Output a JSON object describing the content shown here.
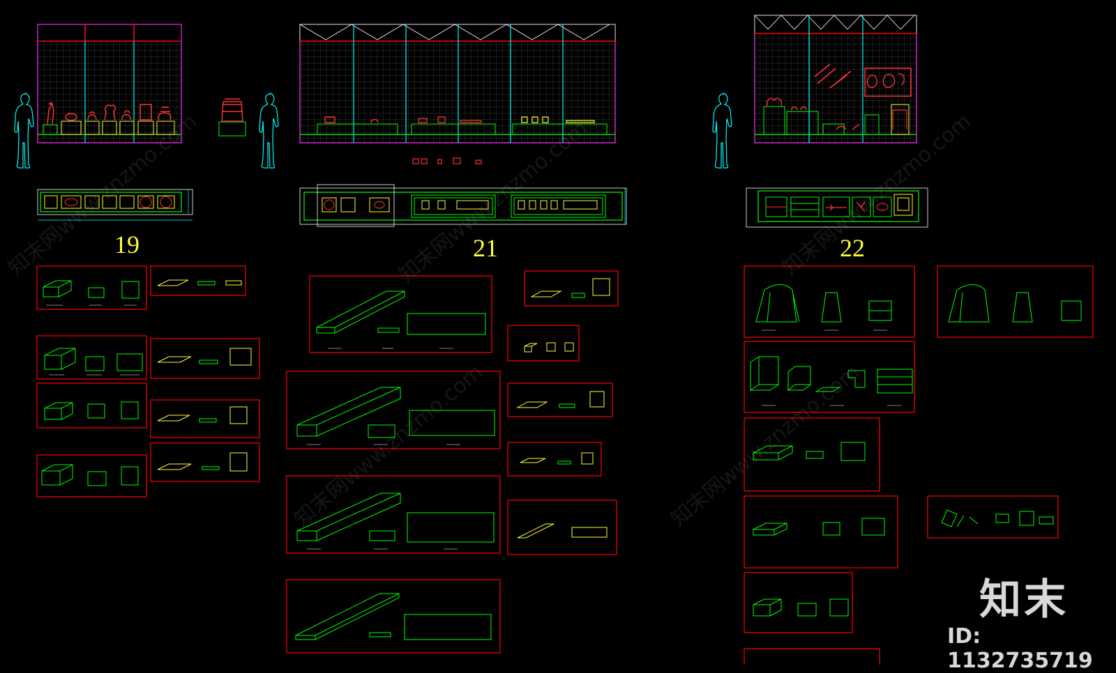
{
  "drawing": {
    "background": "#000000",
    "colors": {
      "green": "#00ff00",
      "cyan": "#00ffff",
      "red": "#ff0000",
      "magenta": "#ff33ff",
      "yellow": "#ffff33",
      "white": "#ffffff",
      "grid": "#4a4a4a"
    },
    "section_numbers": [
      "19",
      "21",
      "22"
    ]
  },
  "watermark": {
    "logo": "知末",
    "id_text": "ID: 1132735719",
    "tile_text": "知末网www.znzmo.com"
  }
}
